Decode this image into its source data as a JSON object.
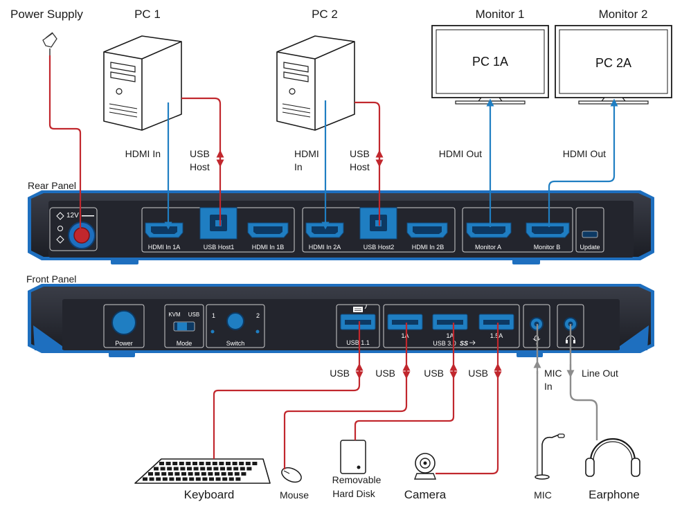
{
  "colors": {
    "usb": "#c1272d",
    "hdmi": "#1f7ec2",
    "audio": "#8c8c8c",
    "chassis": "#2b2d35",
    "accent": "#2a6fc9"
  },
  "labels": {
    "power_supply": "Power Supply",
    "pc1": "PC 1",
    "pc2": "PC 2",
    "monitor1": "Monitor 1",
    "monitor2": "Monitor 2",
    "screen1": "PC 1A",
    "screen2": "PC 2A",
    "rear_panel": "Rear Panel",
    "front_panel": "Front Panel",
    "hdmi_in_pc1": "HDMI In",
    "usb_host_pc1_a": "USB",
    "usb_host_pc1_b": "Host",
    "hdmi_in_pc2_a": "HDMI",
    "hdmi_in_pc2_b": "In",
    "usb_host_pc2_a": "USB",
    "usb_host_pc2_b": "Host",
    "hdmi_out_1": "HDMI Out",
    "hdmi_out_2": "HDMI Out",
    "usb_1": "USB",
    "usb_2": "USB",
    "usb_3": "USB",
    "usb_4": "USB",
    "mic_in_a": "MIC",
    "mic_in_b": "In",
    "line_out": "Line Out",
    "keyboard": "Keyboard",
    "mouse": "Mouse",
    "disk_a": "Removable",
    "disk_b": "Hard Disk",
    "camera": "Camera",
    "mic": "MIC",
    "earphone": "Earphone"
  },
  "rear_ports": {
    "power_rating": "12V",
    "hdmi_in_1a": "HDMI In 1A",
    "usb_host1": "USB Host1",
    "hdmi_in_1b": "HDMI In 1B",
    "hdmi_in_2a": "HDMI In 2A",
    "usb_host2": "USB Host2",
    "hdmi_in_2b": "HDMI In 2B",
    "monitor_a": "Monitor A",
    "monitor_b": "Monitor B",
    "update": "Update"
  },
  "front_ports": {
    "power": "Power",
    "mode": "Mode",
    "mode_kvm": "KVM",
    "mode_usb": "USB",
    "switch": "Switch",
    "switch_1": "1",
    "switch_2": "2",
    "usb11": "USB 1.1",
    "usb30": "USB 3.0",
    "usb30_logo": "SS",
    "amp1": "1A",
    "amp2": "1A",
    "amp3": "1.5A"
  }
}
